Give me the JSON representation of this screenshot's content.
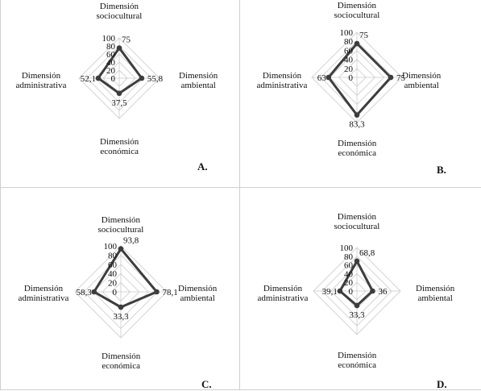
{
  "colors": {
    "series_line": "#3d3d3d",
    "grid": "#d4d4d4",
    "panel_border": "#cfcfcf",
    "text": "#111111"
  },
  "chart_data": [
    {
      "type": "radar",
      "panel_label": "A.",
      "axes": [
        "Dimensión sociocultural",
        "Dimensión ambiental",
        "Dimensión económica",
        "Dimensión administrativa"
      ],
      "axis_label_lines": [
        [
          "Dimensión",
          "sociocultural"
        ],
        [
          "Dimensión",
          "ambiental"
        ],
        [
          "Dimensión",
          "económica"
        ],
        [
          "Dimensión",
          "administrativa"
        ]
      ],
      "values": [
        75,
        55.8,
        37.5,
        52.1
      ],
      "value_labels": [
        "75",
        "55,8",
        "37,5",
        "52,1"
      ],
      "ticks": [
        "0",
        "20",
        "40",
        "60",
        "80",
        "100"
      ],
      "rlim": [
        0,
        100
      ]
    },
    {
      "type": "radar",
      "panel_label": "B.",
      "axes": [
        "Dimensión sociocultural",
        "Dimensión ambiental",
        "Dimensión económica",
        "Dimensión administrativa"
      ],
      "axis_label_lines": [
        [
          "Dimensión",
          "sociocultural"
        ],
        [
          "Dimensión",
          "ambiental"
        ],
        [
          "Dimensión",
          "económica"
        ],
        [
          "Dimensión",
          "administrativa"
        ]
      ],
      "values": [
        75,
        75,
        83.3,
        63
      ],
      "value_labels": [
        "75",
        "75",
        "83,3",
        "63"
      ],
      "ticks": [
        "0",
        "20",
        "40",
        "60",
        "80",
        "100"
      ],
      "rlim": [
        0,
        100
      ]
    },
    {
      "type": "radar",
      "panel_label": "C.",
      "axes": [
        "Dimensión sociocultural",
        "Dimensión ambiental",
        "Dimensión económica",
        "Dimensión administrativa"
      ],
      "axis_label_lines": [
        [
          "Dimensión",
          "sociocultural"
        ],
        [
          "Dimensión",
          "ambiental"
        ],
        [
          "Dimensión",
          "económica"
        ],
        [
          "Dimensión",
          "administrativa"
        ]
      ],
      "values": [
        93.8,
        78.1,
        33.3,
        58.3
      ],
      "value_labels": [
        "93,8",
        "78,1",
        "33,3",
        "58,3"
      ],
      "ticks": [
        "0",
        "20",
        "40",
        "60",
        "80",
        "100"
      ],
      "rlim": [
        0,
        100
      ]
    },
    {
      "type": "radar",
      "panel_label": "D.",
      "axes": [
        "Dimensión sociocultural",
        "Dimensión ambiental",
        "Dimensión económica",
        "Dimensión administrativa"
      ],
      "axis_label_lines": [
        [
          "Dimensión",
          "sociocultural"
        ],
        [
          "Dimensión",
          "ambiental"
        ],
        [
          "Dimensión",
          "económica"
        ],
        [
          "Dimensión",
          "administrativa"
        ]
      ],
      "values": [
        68.8,
        36,
        33.3,
        39.1
      ],
      "value_labels": [
        "68,8",
        "36",
        "33,3",
        "39,1"
      ],
      "ticks": [
        "0",
        "20",
        "40",
        "60",
        "80",
        "100"
      ],
      "rlim": [
        0,
        100
      ]
    }
  ]
}
